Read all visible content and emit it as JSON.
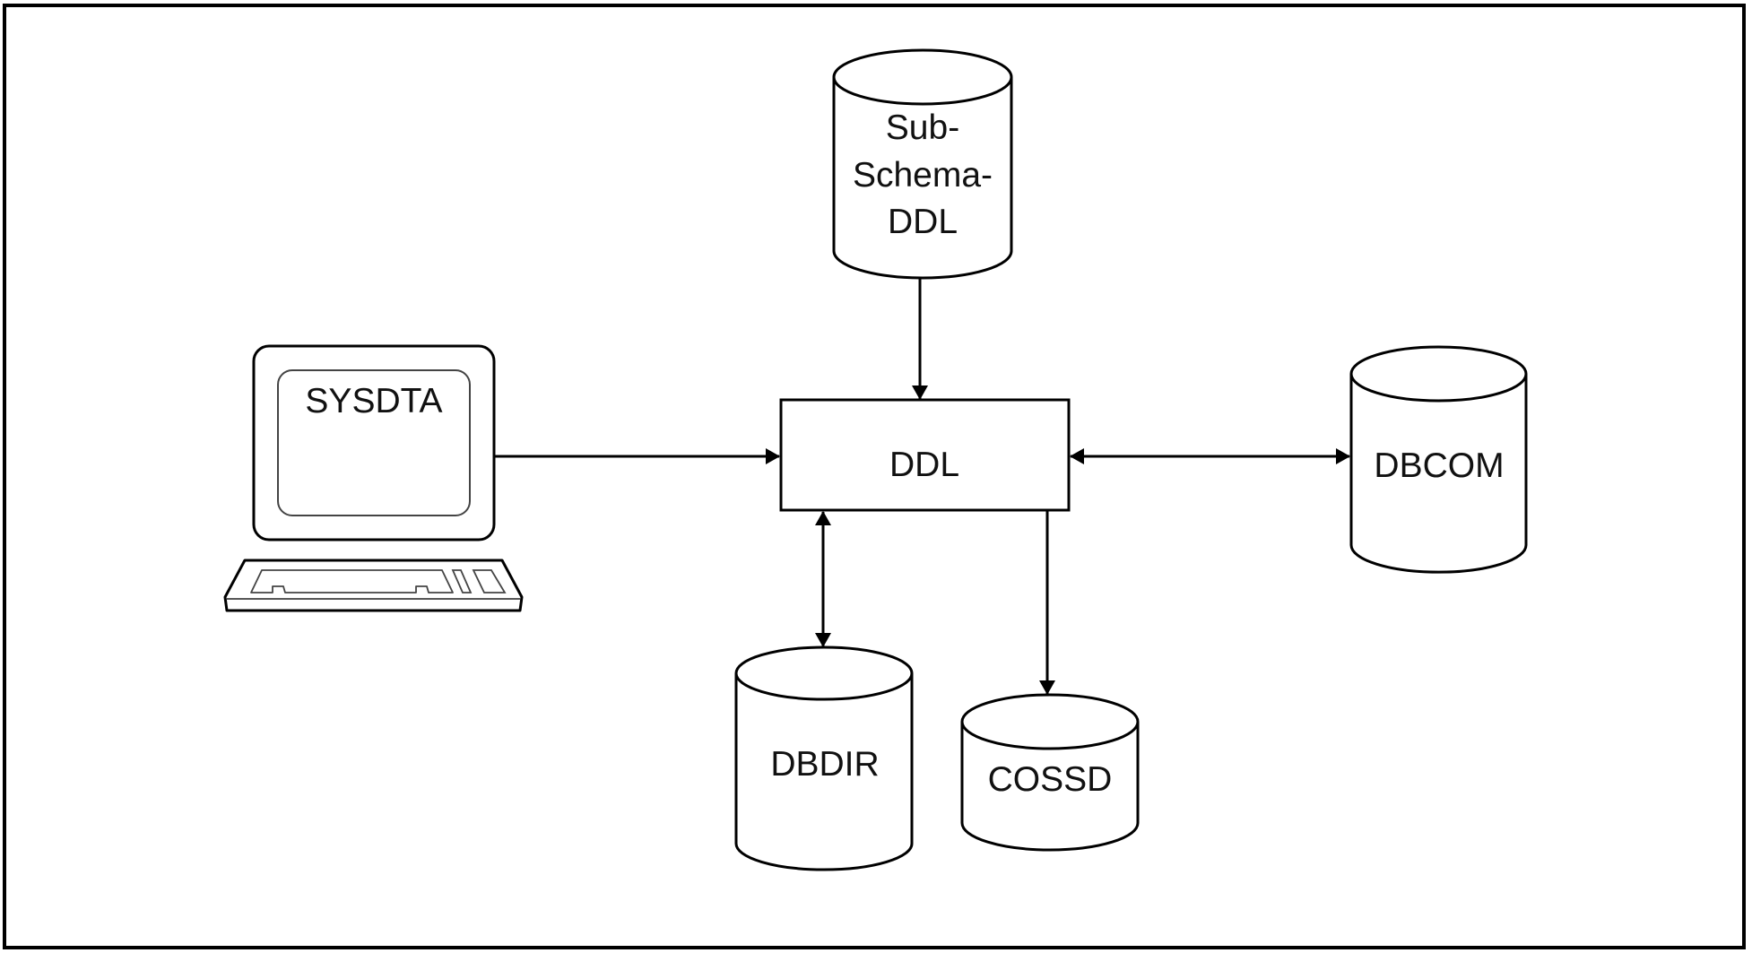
{
  "diagram": {
    "nodes": {
      "subschema": {
        "label_lines": [
          "Sub-",
          "Schema-",
          "DDL"
        ],
        "shape": "cylinder"
      },
      "sysdta": {
        "label": "SYSDTA",
        "shape": "terminal"
      },
      "ddl": {
        "label": "DDL",
        "shape": "rectangle"
      },
      "dbcom": {
        "label": "DBCOM",
        "shape": "cylinder"
      },
      "dbdir": {
        "label": "DBDIR",
        "shape": "cylinder"
      },
      "cossd": {
        "label": "COSSD",
        "shape": "cylinder"
      }
    },
    "edges": [
      {
        "from": "Sub-Schema-DDL",
        "to": "DDL",
        "direction": "one-way"
      },
      {
        "from": "SYSDTA",
        "to": "DDL",
        "direction": "one-way"
      },
      {
        "from": "DDL",
        "to": "DBCOM",
        "direction": "two-way"
      },
      {
        "from": "DDL",
        "to": "DBDIR",
        "direction": "two-way"
      },
      {
        "from": "DDL",
        "to": "COSSD",
        "direction": "one-way"
      }
    ],
    "colors": {
      "stroke": "#000000",
      "text": "#111111",
      "background": "#ffffff"
    }
  }
}
